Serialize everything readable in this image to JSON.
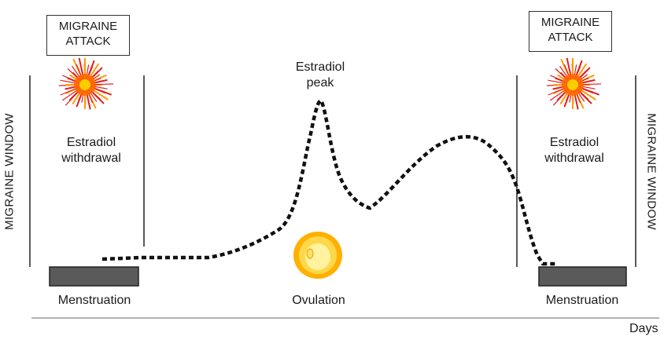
{
  "labels": {
    "migraine_attack_left": [
      "MIGRAINE",
      "ATTACK"
    ],
    "migraine_attack_right": [
      "MIGRAINE",
      "ATTACK"
    ],
    "migraine_window_left": "MIGRAINE WINDOW",
    "migraine_window_right": "MIGRAINE WINDOW",
    "withdrawal_left": [
      "Estradiol",
      "withdrawal"
    ],
    "withdrawal_right": [
      "Estradiol",
      "withdrawal"
    ],
    "estradiol_peak": [
      "Estradiol",
      "peak"
    ],
    "menstruation_left": "Menstruation",
    "menstruation_right": "Menstruation",
    "ovulation": "Ovulation",
    "days_axis": "Days"
  },
  "icons": {
    "burst": "migraine-burst-icon",
    "ovum": "ovulation-ovum-icon"
  },
  "colors": {
    "curve": "#111111",
    "menstruation_bar": "#5a5a5a",
    "burst_outer": "#e02020",
    "burst_inner": "#ffcc00",
    "ovum_outer": "#ffb000",
    "ovum_inner": "#fff3a0"
  }
}
